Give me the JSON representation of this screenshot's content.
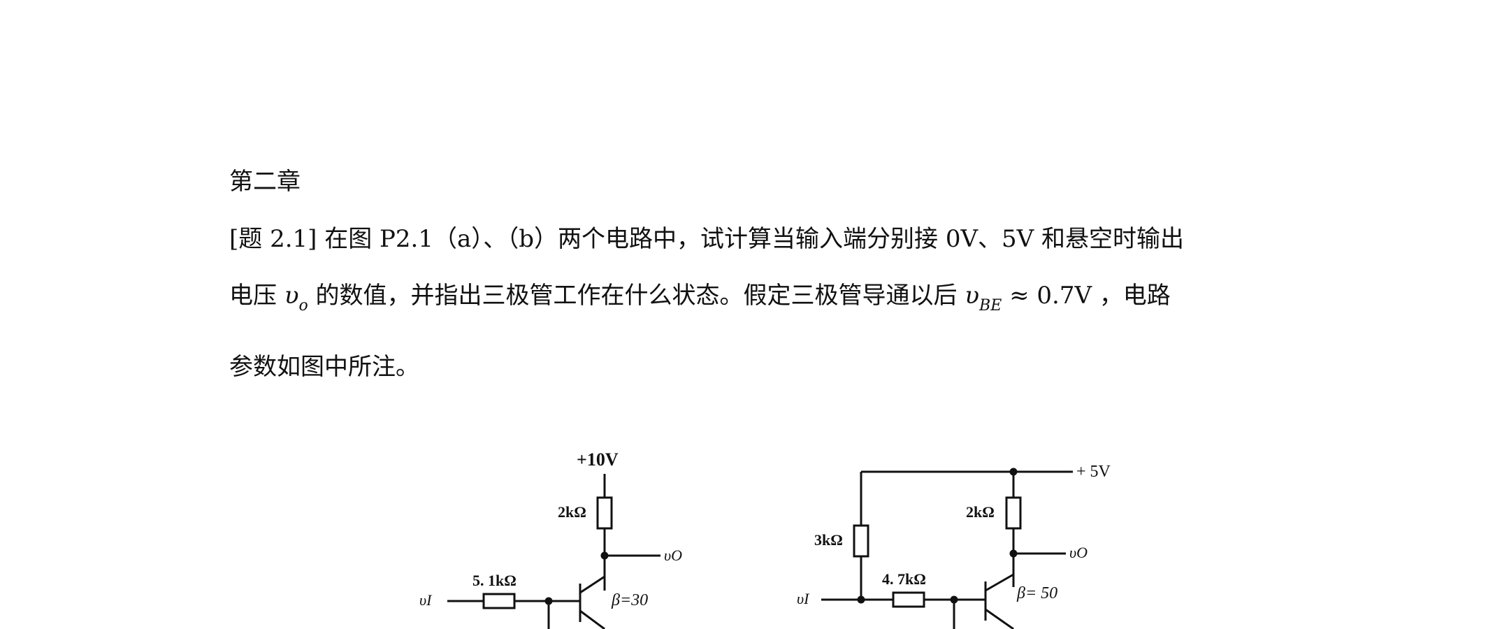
{
  "chapter": "第二章",
  "problem": {
    "line1": "[题 2.1]  在图 P2.1（a）、（b）两个电路中，试计算当输入端分别接 0V、5V 和悬空时输出",
    "line2_pre": "电压",
    "line2_mid": "的数值，并指出三极管工作在什么状态。假定三极管导通以后",
    "line2_post": "，电路",
    "line3": "参数如图中所注。",
    "vo_symbol": "υ",
    "vo_sub": "o",
    "vbe_symbol": "υ",
    "vbe_sub": "BE",
    "vbe_approx": "≈ 0.7V"
  },
  "circuit_a": {
    "supply": "+10V",
    "rc": "2kΩ",
    "rb": "5. 1kΩ",
    "beta": "β=30",
    "vin": "υI",
    "vout": "υO"
  },
  "circuit_b": {
    "supply": "+ 5V",
    "rc": "2kΩ",
    "r_pull": "3kΩ",
    "rb": "4. 7kΩ",
    "beta": "β= 50",
    "vin": "υI",
    "vout": "υO"
  }
}
